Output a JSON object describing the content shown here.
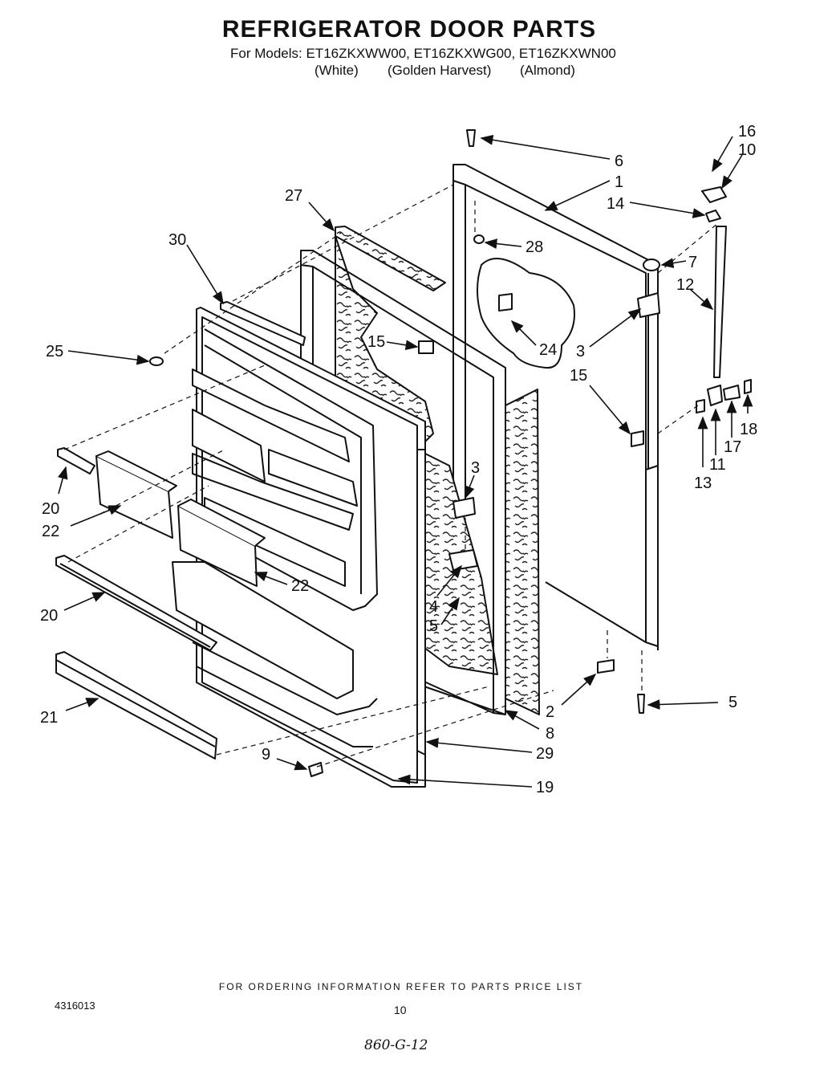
{
  "header": {
    "title": "REFRIGERATOR DOOR PARTS",
    "models": "For Models: ET16ZKXWW00, ET16ZKXWG00, ET16ZKXWN00",
    "variant_white": "(White)",
    "variant_golden": "(Golden Harvest)",
    "variant_almond": "(Almond)"
  },
  "callouts": {
    "c1": "1",
    "c2": "2",
    "c3a": "3",
    "c3b": "3",
    "c4": "4",
    "c5a": "5",
    "c5b": "5",
    "c6": "6",
    "c7": "7",
    "c8": "8",
    "c9": "9",
    "c10": "10",
    "c11": "11",
    "c12": "12",
    "c13": "13",
    "c14": "14",
    "c15a": "15",
    "c15b": "15",
    "c16": "16",
    "c17": "17",
    "c18": "18",
    "c19": "19",
    "c20a": "20",
    "c20b": "20",
    "c21": "21",
    "c22a": "22",
    "c22b": "22",
    "c24": "24",
    "c25": "25",
    "c27": "27",
    "c28": "28",
    "c29": "29",
    "c30": "30"
  },
  "footer": {
    "ordering_note": "FOR ORDERING INFORMATION REFER TO PARTS PRICE LIST",
    "doc_code": "4316013",
    "page_number": "10",
    "handwritten_note": "860-G-12"
  }
}
